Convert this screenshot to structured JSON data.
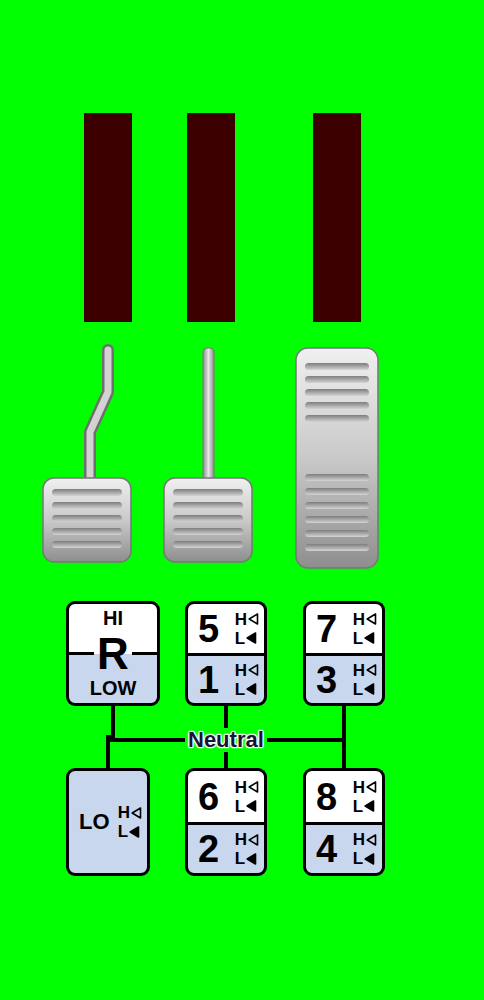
{
  "diagram": {
    "nodes": [
      {
        "text": [
          "HI",
          "R",
          "LOW"
        ]
      },
      {
        "text": [
          "5",
          "H",
          "L"
        ]
      },
      {
        "text": [
          "7",
          "H",
          "L"
        ]
      },
      {
        "text": [
          "1",
          "H",
          "L"
        ]
      },
      {
        "text": [
          "3",
          "H",
          "L"
        ]
      },
      {
        "text": [
          "LO",
          "H",
          "L"
        ]
      },
      {
        "text": [
          "6",
          "H",
          "L"
        ]
      },
      {
        "text": [
          "8",
          "H",
          "L"
        ]
      },
      {
        "text": [
          "2",
          "H",
          "L"
        ]
      },
      {
        "text": [
          "4",
          "H",
          "L"
        ]
      }
    ],
    "edges": [
      {
        "from": 0,
        "to": 5,
        "arrow": "none"
      },
      {
        "from": 3,
        "to": 6,
        "arrow": "none"
      },
      {
        "from": 4,
        "to": 7,
        "arrow": "none"
      }
    ],
    "labels": [
      "Neutral"
    ]
  }
}
